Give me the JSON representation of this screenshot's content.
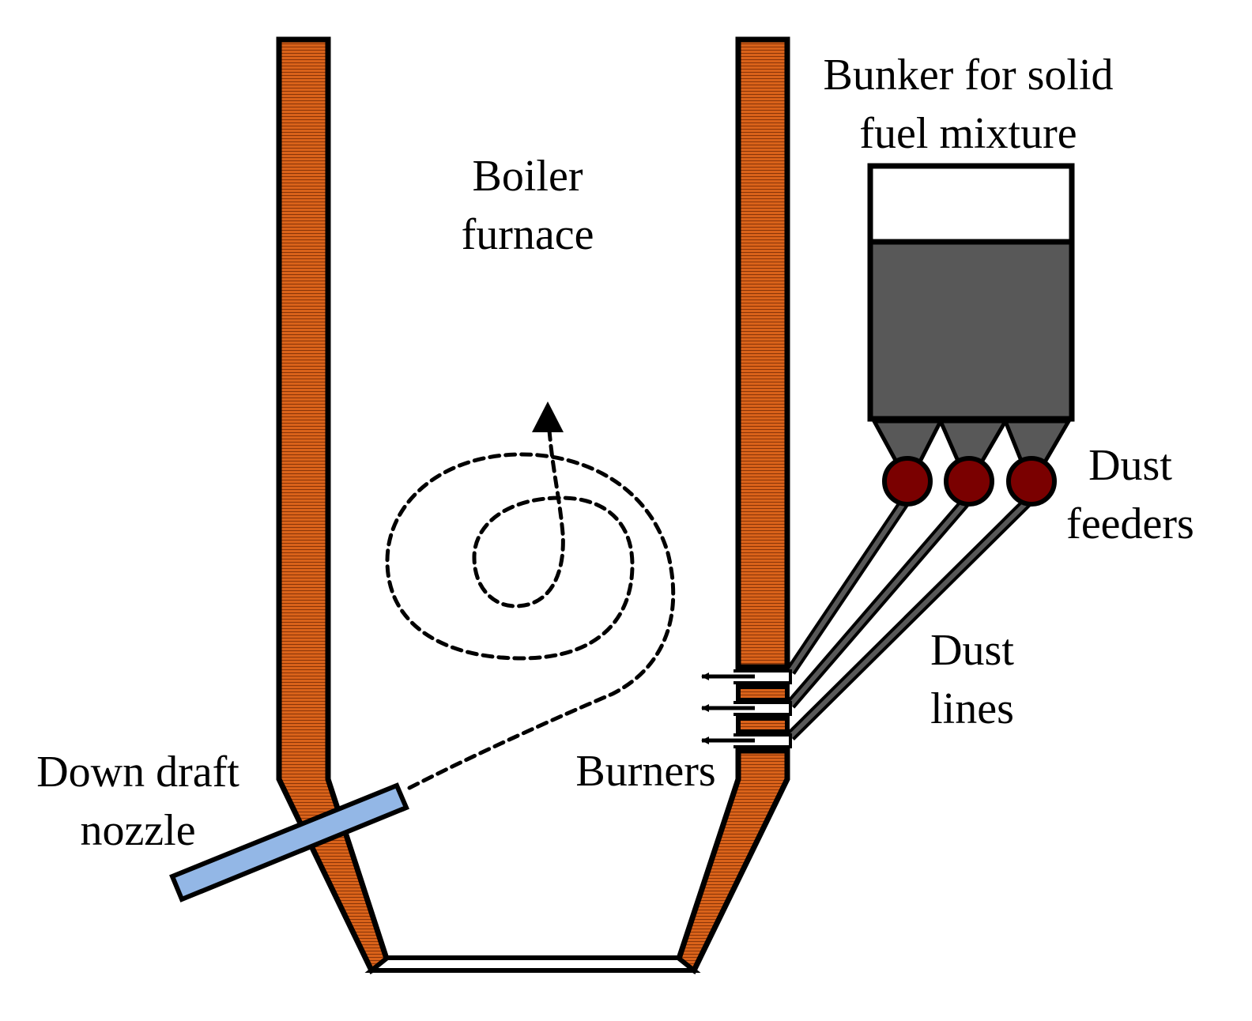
{
  "labels": {
    "boiler_furnace": [
      "Boiler",
      "furnace"
    ],
    "bunker": [
      "Bunker for solid",
      "fuel mixture"
    ],
    "dust_feeders": [
      "Dust",
      "feeders"
    ],
    "dust_lines": [
      "Dust",
      "lines"
    ],
    "burners": "Burners",
    "down_draft_nozzle": [
      "Down draft",
      "nozzle"
    ]
  },
  "colors": {
    "wall_fill": "#d9621a",
    "wall_hatch": "#8a3508",
    "bunker_fuel": "#585858",
    "feeder": "#7a0000",
    "nozzle": "#93b7e6",
    "outline": "#000000"
  },
  "counts": {
    "dust_feeders": 3,
    "burners": 3
  }
}
